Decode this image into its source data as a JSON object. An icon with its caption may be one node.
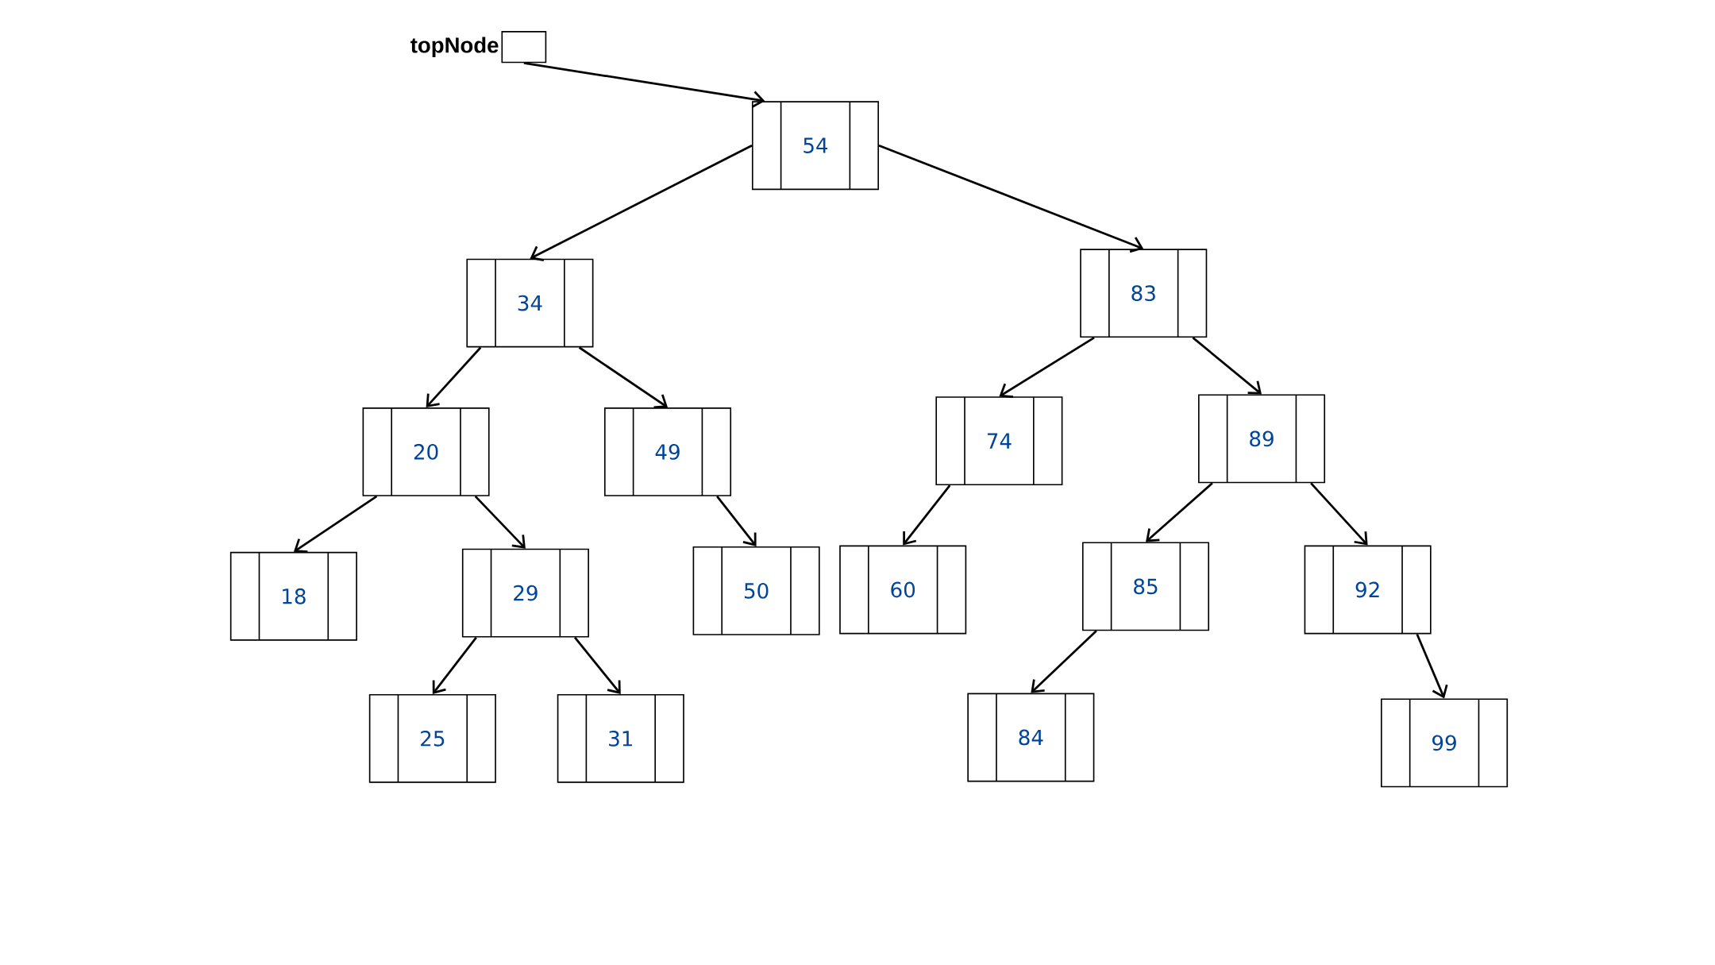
{
  "diagram": {
    "nodes": [
      {
        "text": [
          "topNode"
        ]
      },
      {
        "text": [
          "54"
        ]
      },
      {
        "text": [
          "34"
        ]
      },
      {
        "text": [
          "83"
        ]
      },
      {
        "text": [
          "20"
        ]
      },
      {
        "text": [
          "49"
        ]
      },
      {
        "text": [
          "74"
        ]
      },
      {
        "text": [
          "89"
        ]
      },
      {
        "text": [
          "18"
        ]
      },
      {
        "text": [
          "29"
        ]
      },
      {
        "text": [
          "50"
        ]
      },
      {
        "text": [
          "60"
        ]
      },
      {
        "text": [
          "85"
        ]
      },
      {
        "text": [
          "92"
        ]
      },
      {
        "text": [
          "25"
        ]
      },
      {
        "text": [
          "31"
        ]
      },
      {
        "text": [
          "84"
        ]
      },
      {
        "text": [
          "99"
        ]
      }
    ],
    "edges": [
      {
        "from": 0,
        "to": 1,
        "arrow": "to"
      },
      {
        "from": 1,
        "to": 2,
        "arrow": "to"
      },
      {
        "from": 1,
        "to": 3,
        "arrow": "to"
      },
      {
        "from": 2,
        "to": 4,
        "arrow": "to"
      },
      {
        "from": 2,
        "to": 5,
        "arrow": "to"
      },
      {
        "from": 3,
        "to": 6,
        "arrow": "to"
      },
      {
        "from": 3,
        "to": 7,
        "arrow": "to"
      },
      {
        "from": 4,
        "to": 8,
        "arrow": "to"
      },
      {
        "from": 4,
        "to": 9,
        "arrow": "to"
      },
      {
        "from": 5,
        "to": 10,
        "arrow": "to"
      },
      {
        "from": 6,
        "to": 11,
        "arrow": "to"
      },
      {
        "from": 7,
        "to": 12,
        "arrow": "to"
      },
      {
        "from": 7,
        "to": 13,
        "arrow": "to"
      },
      {
        "from": 9,
        "to": 14,
        "arrow": "to"
      },
      {
        "from": 9,
        "to": 15,
        "arrow": "to"
      },
      {
        "from": 12,
        "to": 16,
        "arrow": "to"
      },
      {
        "from": 13,
        "to": 17,
        "arrow": "to"
      }
    ]
  }
}
